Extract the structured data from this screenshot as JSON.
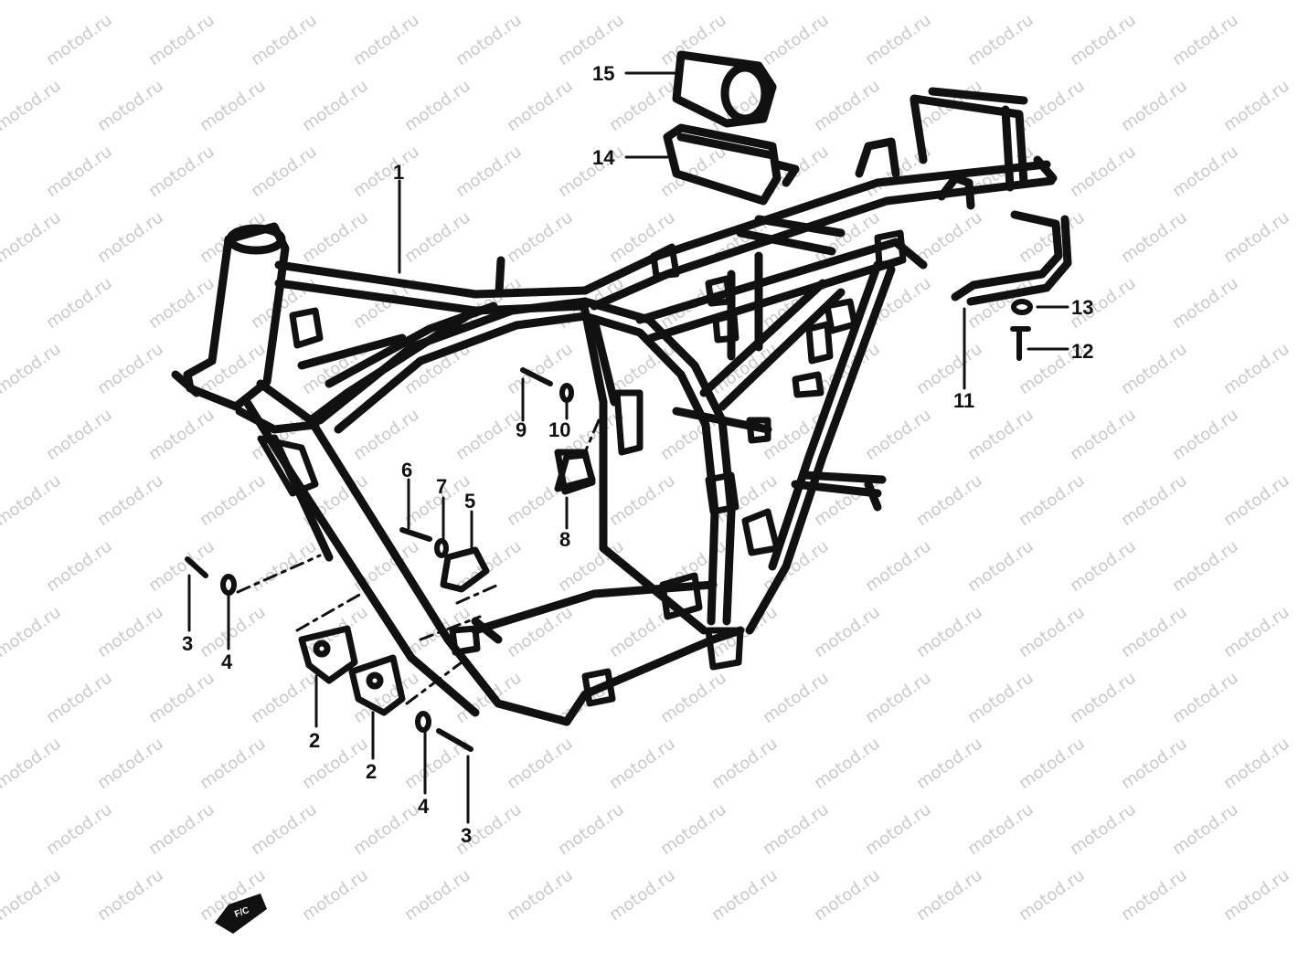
{
  "watermark": {
    "text": "motod.ru"
  },
  "callouts": {
    "c1": "1",
    "c2a": "2",
    "c2b": "2",
    "c3a": "3",
    "c3b": "3",
    "c4a": "4",
    "c4b": "4",
    "c5": "5",
    "c6": "6",
    "c7": "7",
    "c8": "8",
    "c9": "9",
    "c10": "10",
    "c11": "11",
    "c12": "12",
    "c13": "13",
    "c14": "14",
    "c15": "15"
  },
  "direction_marker": {
    "text": "F/C",
    "icon": "front-arrow-icon"
  },
  "colors": {
    "line": "#111111",
    "watermark": "#c8c8c8",
    "background": "#ffffff"
  }
}
